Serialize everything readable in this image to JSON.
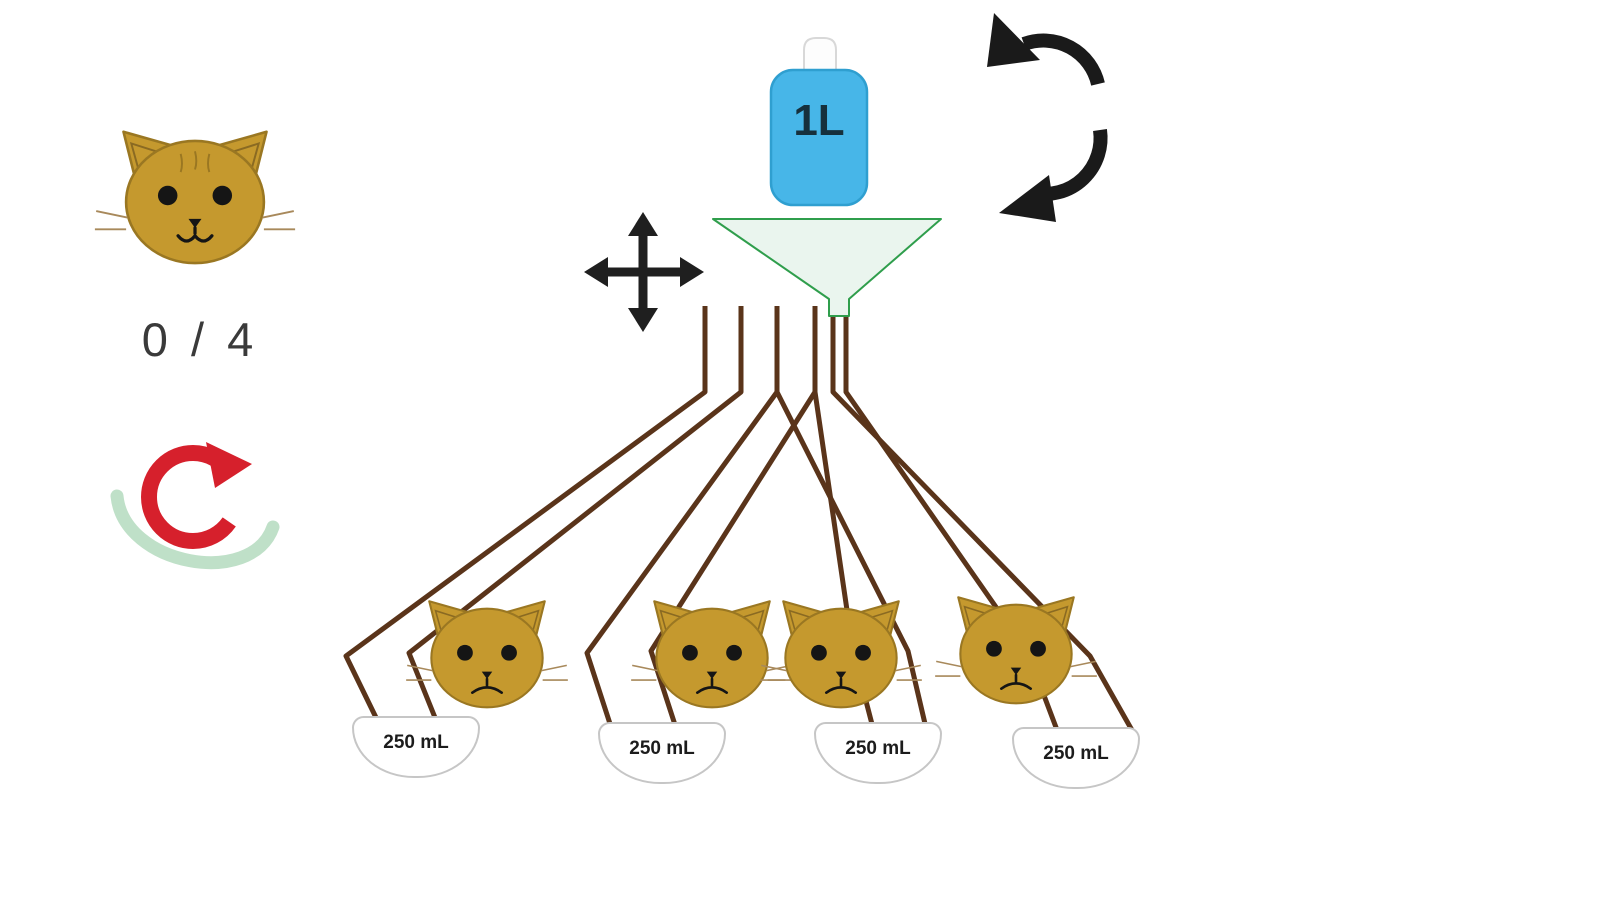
{
  "score": {
    "display": "0 / 4"
  },
  "bottle": {
    "label": "1L"
  },
  "bowls": [
    {
      "label": "250 mL"
    },
    {
      "label": "250 mL"
    },
    {
      "label": "250 mL"
    },
    {
      "label": "250 mL"
    }
  ],
  "icons": {
    "rotate": "rotate-arrows-icon",
    "move": "move-arrows-icon",
    "reset": "reset-arrow-icon",
    "score_cat": "cat-icon"
  },
  "colors": {
    "bottle_blue": "#47b6e8",
    "funnel_green": "#2f9e4c",
    "funnel_fill": "#eaf5ee",
    "tube_brown": "#5a341a",
    "cat_gold": "#c5992e",
    "reset_red": "#d6202c",
    "crescent_mint": "#bfe0c8"
  }
}
